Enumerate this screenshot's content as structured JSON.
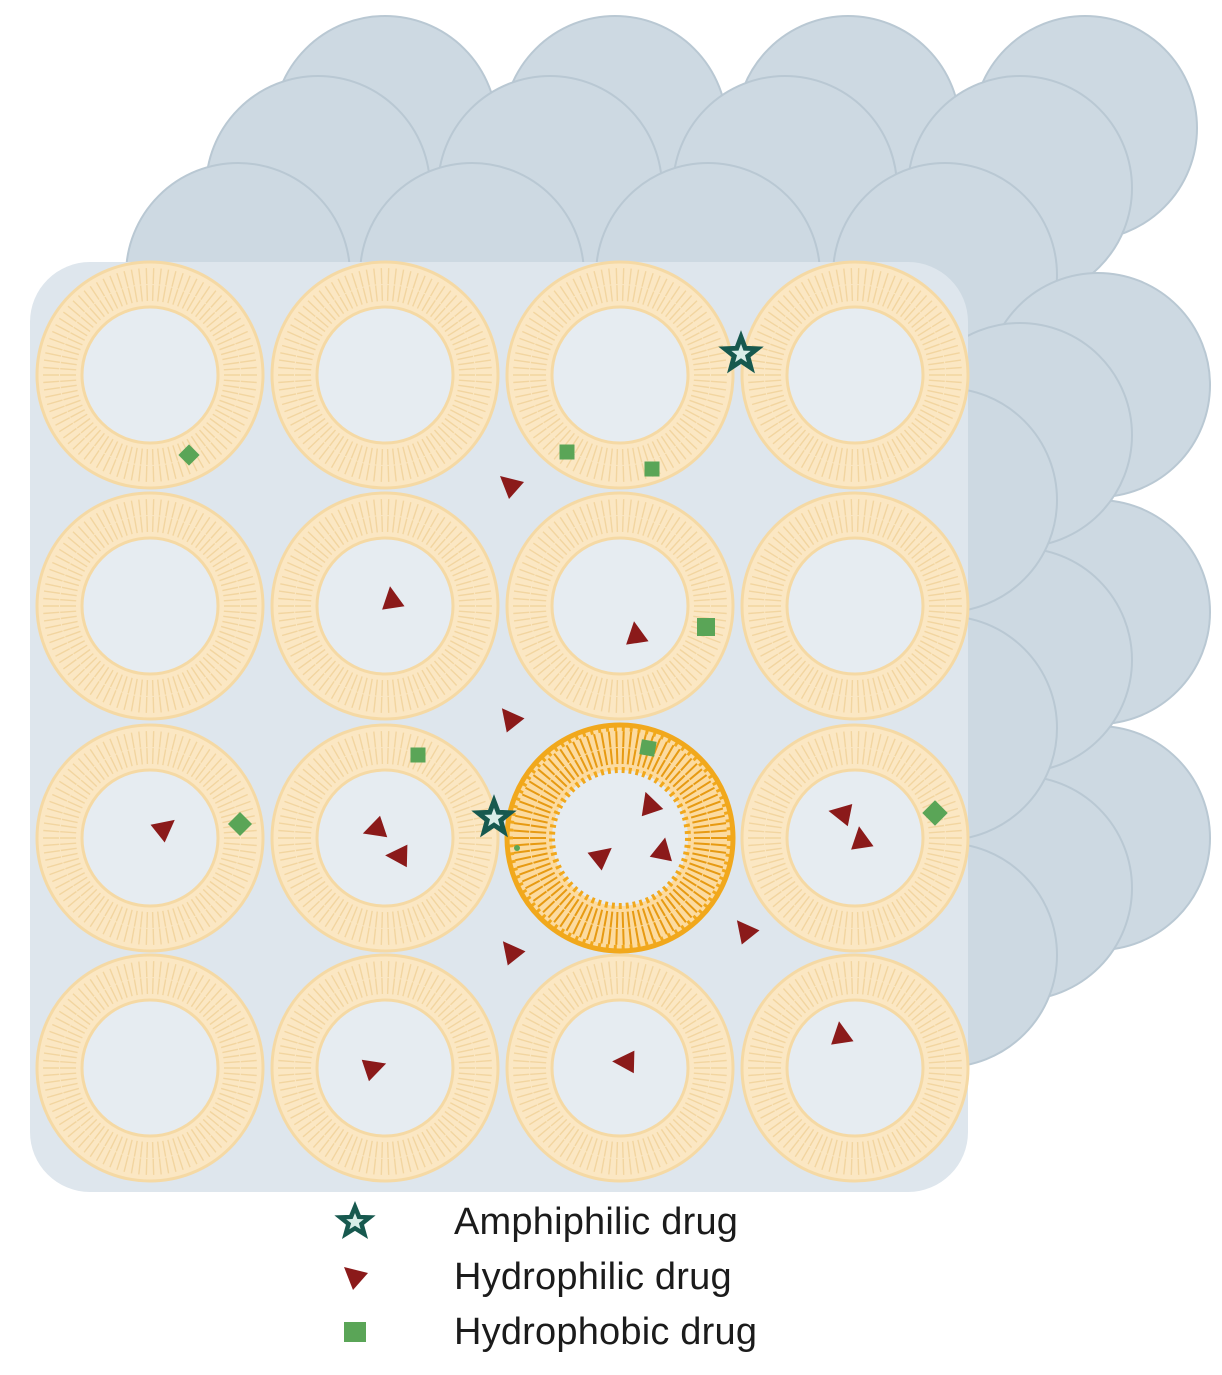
{
  "colors": {
    "background_cells": "#cdd9e2",
    "background_cell_stroke": "#b9c8d3",
    "matrix_fill": "#dee6ed",
    "liposome_bilayer": "#fbe7c3",
    "liposome_stroke": "#f5d9a4",
    "liposome_core": "#e6ecf1",
    "highlight_bilayer": "#f1a81c",
    "amphiphilic": "#17594f",
    "hydrophilic": "#8b1a1a",
    "hydrophobic": "#5aa557"
  },
  "legend": {
    "amphiphilic": {
      "label": "Amphiphilic drug",
      "icon": "star-icon"
    },
    "hydrophilic": {
      "label": "Hydrophilic drug",
      "icon": "triangle-icon"
    },
    "hydrophobic": {
      "label": "Hydrophobic drug",
      "icon": "square-icon"
    }
  }
}
